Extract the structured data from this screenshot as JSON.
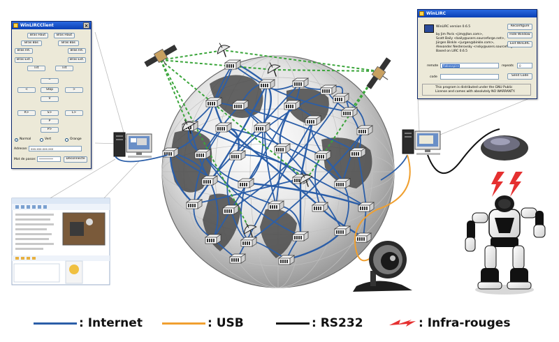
{
  "client_window": {
    "title": "WinLIRCClient",
    "buttons_row1": [
      "Bras Haut",
      "Bras Haut"
    ],
    "buttons_row2": [
      "Bras Bas",
      "Bras Bas"
    ],
    "buttons_row3": [
      "Bras Int.",
      "Bras Int."
    ],
    "buttons_row4": [
      "Bras Ext.",
      "Bras Ext."
    ],
    "buttons_row5": [
      "Tilt",
      "Tilt"
    ],
    "nav_up": "^",
    "nav_left": "<",
    "nav_stop": "Stop",
    "nav_right": ">",
    "nav_down": "V",
    "row_r_s_l": [
      "R>",
      "S>",
      "L>"
    ],
    "p_label": "P",
    "p_gt_label": "P>",
    "radio_options": [
      "Normal",
      "Vert",
      "Orange"
    ],
    "address_label": "Adresse:",
    "address_value": "xxx.xxx.xxx.xxx",
    "password_label": "Mot de passe:",
    "password_value": "**********",
    "disconnect_button": "Déconnecte"
  },
  "winlirc_window": {
    "title": "WinLIRC",
    "version": "WinLIRC version 0.6.5",
    "credits": [
      "by Jim Paris <jim@jtan.com>,",
      "Scott Baily <baily@users.sourceforge.net>,",
      "Jürgen Binkle <jurgen@binkle.com>,",
      "Alexander Nesterovsky <nsky@users.sourceforge.net>",
      "Based on LIRC 0.6.5"
    ],
    "reconfigure_button": "Reconfigure",
    "hide_button": "Hide Window",
    "exit_button": "Exit WinLIRC",
    "remote_label": "remote",
    "remote_value": "Robosapien",
    "repeats_label": "repeats",
    "repeats_value": "0",
    "code_label": "code",
    "send_button": "Send Code",
    "license_text": [
      "This program is distributed under the GNU Public",
      "License and comes with absolutely NO WARRANTY."
    ]
  },
  "legend": {
    "items": [
      {
        "label": ": Internet",
        "color": "#2b5ea8"
      },
      {
        "label": ": USB",
        "color": "#f0a030"
      },
      {
        "label": ": RS232",
        "color": "#111111"
      },
      {
        "label": ": Infra-rouges",
        "color": "#e53030"
      }
    ]
  },
  "colors": {
    "internet": "#2b5ea8",
    "usb": "#f0a030",
    "rs232": "#111111",
    "infrared": "#e53030",
    "satellite_link": "#3aa53a"
  },
  "icons": {
    "satellite": "satellite-icon",
    "dish": "satellite-dish-icon",
    "router": "router-icon",
    "computer": "computer-icon",
    "webcam": "webcam-icon",
    "ir_receiver": "ir-receiver-icon",
    "robot": "robot-icon"
  }
}
